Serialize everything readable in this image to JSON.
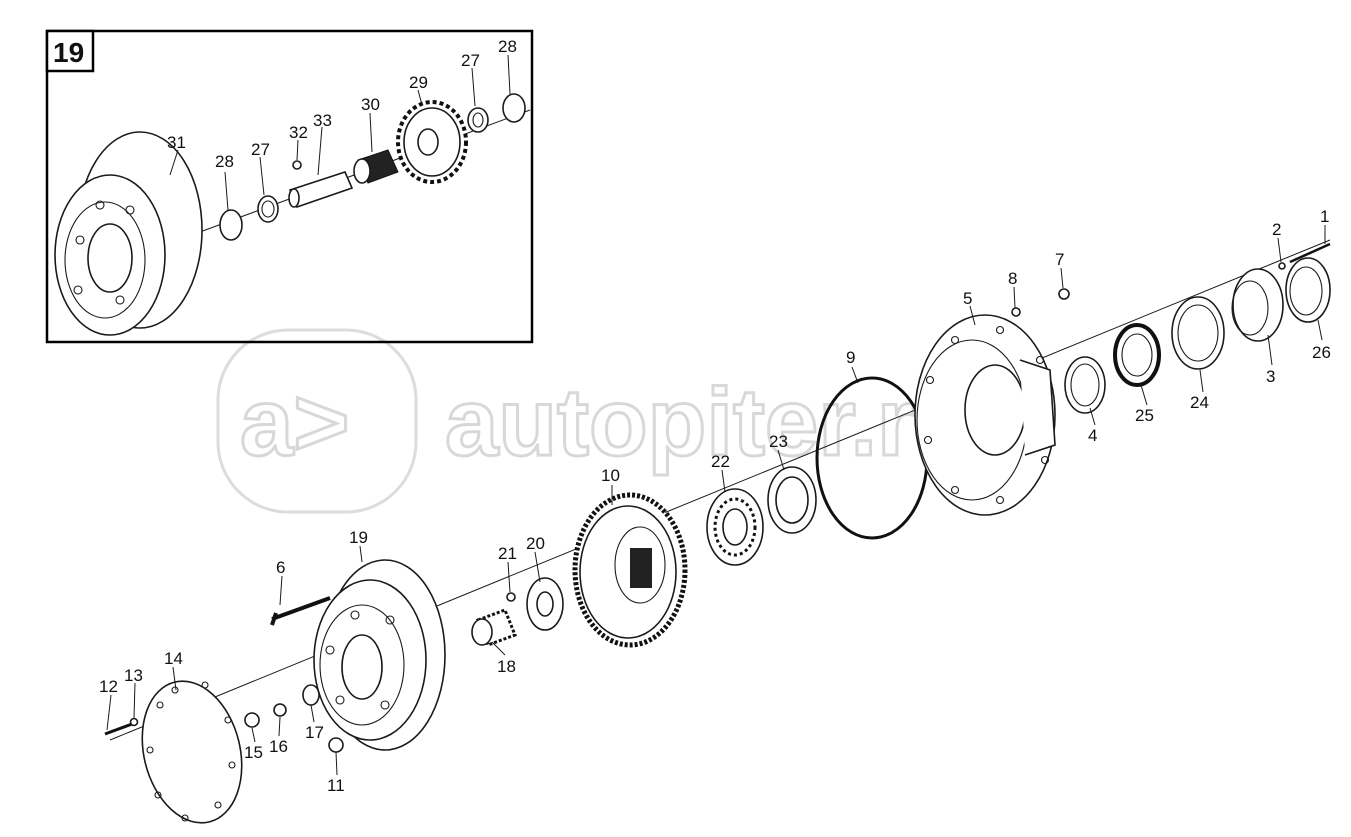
{
  "watermark": {
    "text": "autopiter.ru",
    "logo_text": "a>"
  },
  "inset": {
    "number": "19"
  },
  "callouts": {
    "c1": "1",
    "c2": "2",
    "c3": "3",
    "c4": "4",
    "c5": "5",
    "c6": "6",
    "c7": "7",
    "c8": "8",
    "c9": "9",
    "c10": "10",
    "c11": "11",
    "c12": "12",
    "c13": "13",
    "c14": "14",
    "c15": "15",
    "c16": "16",
    "c17": "17",
    "c18": "18",
    "c19": "19",
    "c20": "20",
    "c21": "21",
    "c22": "22",
    "c23": "23",
    "c24": "24",
    "c25": "25",
    "c26": "26",
    "c27": "27",
    "c28": "28",
    "c29": "29",
    "c30": "30",
    "c31": "31",
    "c32": "32",
    "c33": "33"
  }
}
